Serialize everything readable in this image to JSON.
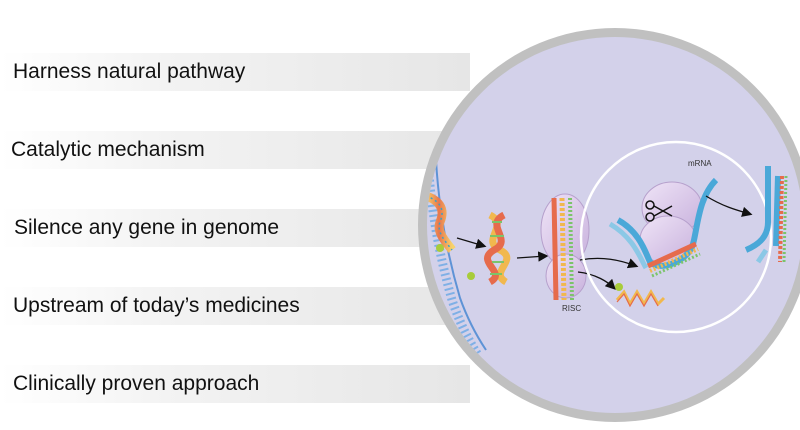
{
  "benefits": [
    {
      "label": "Harness natural pathway"
    },
    {
      "label": "Catalytic mechanism"
    },
    {
      "label": "Silence any gene in genome"
    },
    {
      "label": "Upstream of today’s medicines"
    },
    {
      "label": "Clinically proven approach"
    }
  ],
  "illustration": {
    "risc_label": "RISC",
    "mrna_label": "mRNA"
  },
  "colors": {
    "circle_fill": "#d3d1ea",
    "circle_ring": "#c0c0c0",
    "inner_ring": "#ffffff",
    "risc_protein": "#d9c6e8",
    "mrna_strand": "#4aa8d8",
    "arrow": "#111111"
  }
}
